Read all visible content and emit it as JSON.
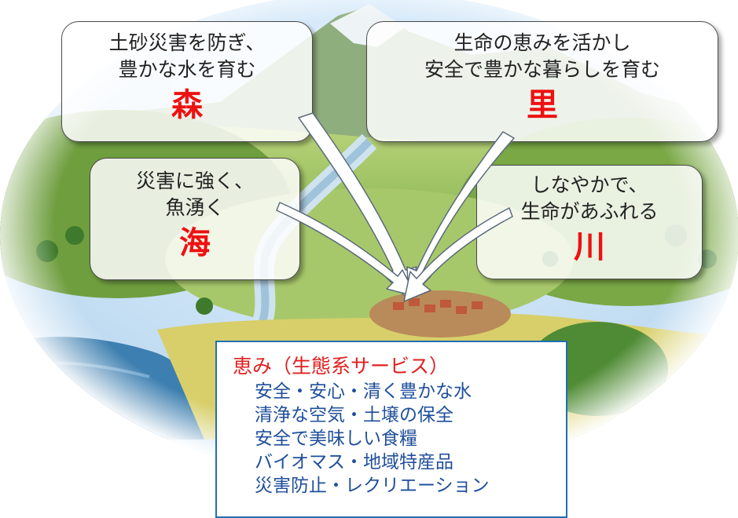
{
  "boxes": {
    "forest": {
      "line1": "土砂災害を防ぎ、",
      "line2": "豊かな水を育む",
      "kanji": "森"
    },
    "village": {
      "line1": "生命の恵みを活かし",
      "line2": "安全で豊かな暮らしを育む",
      "kanji": "里"
    },
    "sea": {
      "line1": "災害に強く、",
      "line2": "魚湧く",
      "kanji": "海"
    },
    "river": {
      "line1": "しなやかで、",
      "line2": "生命があふれる",
      "kanji": "川"
    }
  },
  "benefits": {
    "title": "恵み（生態系サービス）",
    "items": [
      "安全・安心・清く豊かな水",
      "清浄な空気・土壌の保全",
      "安全で美味しい食糧",
      "バイオマス・地域特産品",
      "災害防止・レクリエーション"
    ]
  },
  "colors": {
    "kanji": "#ee1111",
    "benefit_title": "#e02020",
    "benefit_items": "#1f4f9c",
    "benefit_border": "#1f6fb2"
  }
}
